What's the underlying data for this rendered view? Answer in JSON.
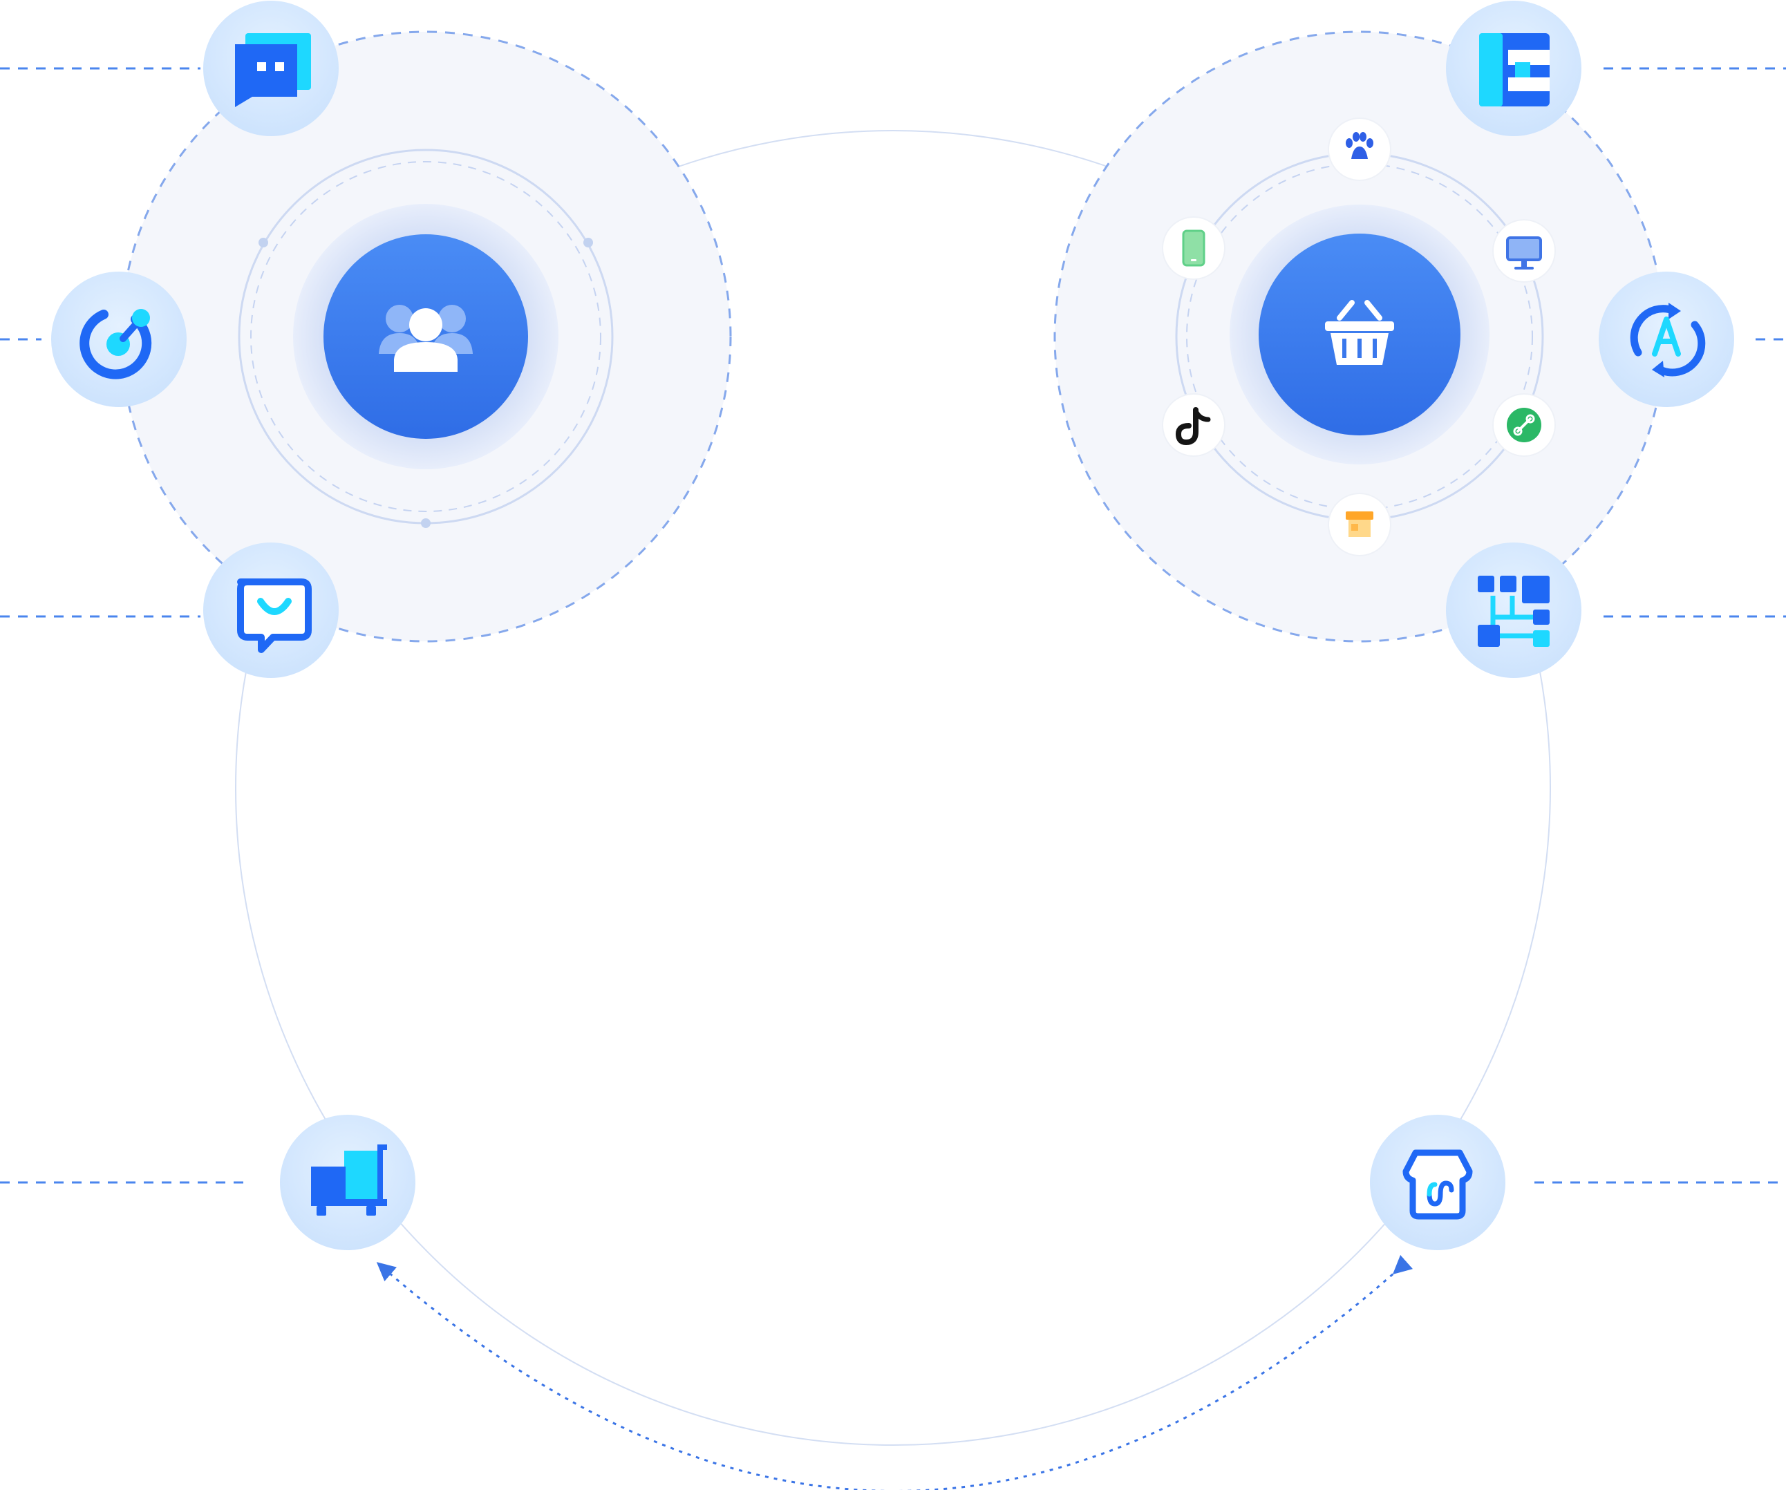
{
  "diagram": {
    "left_hub": {
      "name": "customer-hub",
      "icon": "users-group-icon"
    },
    "right_hub": {
      "name": "shop-hub",
      "icon": "shopping-basket-icon"
    },
    "channels": [
      {
        "name": "baidu",
        "icon": "baidu-paw-icon"
      },
      {
        "name": "desktop",
        "icon": "monitor-icon"
      },
      {
        "name": "mini-program",
        "icon": "mini-program-icon"
      },
      {
        "name": "store",
        "icon": "storefront-icon"
      },
      {
        "name": "douyin",
        "icon": "tiktok-icon"
      },
      {
        "name": "mobile",
        "icon": "smartphone-icon"
      }
    ],
    "satellites": [
      {
        "name": "chat",
        "icon": "chat-bubble-icon"
      },
      {
        "name": "analytics",
        "icon": "target-ring-icon"
      },
      {
        "name": "service",
        "icon": "smile-message-icon"
      },
      {
        "name": "apps",
        "icon": "grid-e-icon"
      },
      {
        "name": "auto",
        "icon": "auto-cycle-icon"
      },
      {
        "name": "structure",
        "icon": "tree-blocks-icon"
      },
      {
        "name": "cart",
        "icon": "shopping-cart-icon"
      },
      {
        "name": "mini-shop",
        "icon": "mini-shop-icon"
      }
    ],
    "colors": {
      "primary": "#3478ee",
      "primary_light": "#4a8cf5",
      "bubble": "#d6e9ff",
      "halo": "#eef2fa",
      "line": "#c9d8f4",
      "dash": "#7ba3ea",
      "cyan": "#1ed8ff",
      "blue": "#1f68f5"
    }
  }
}
